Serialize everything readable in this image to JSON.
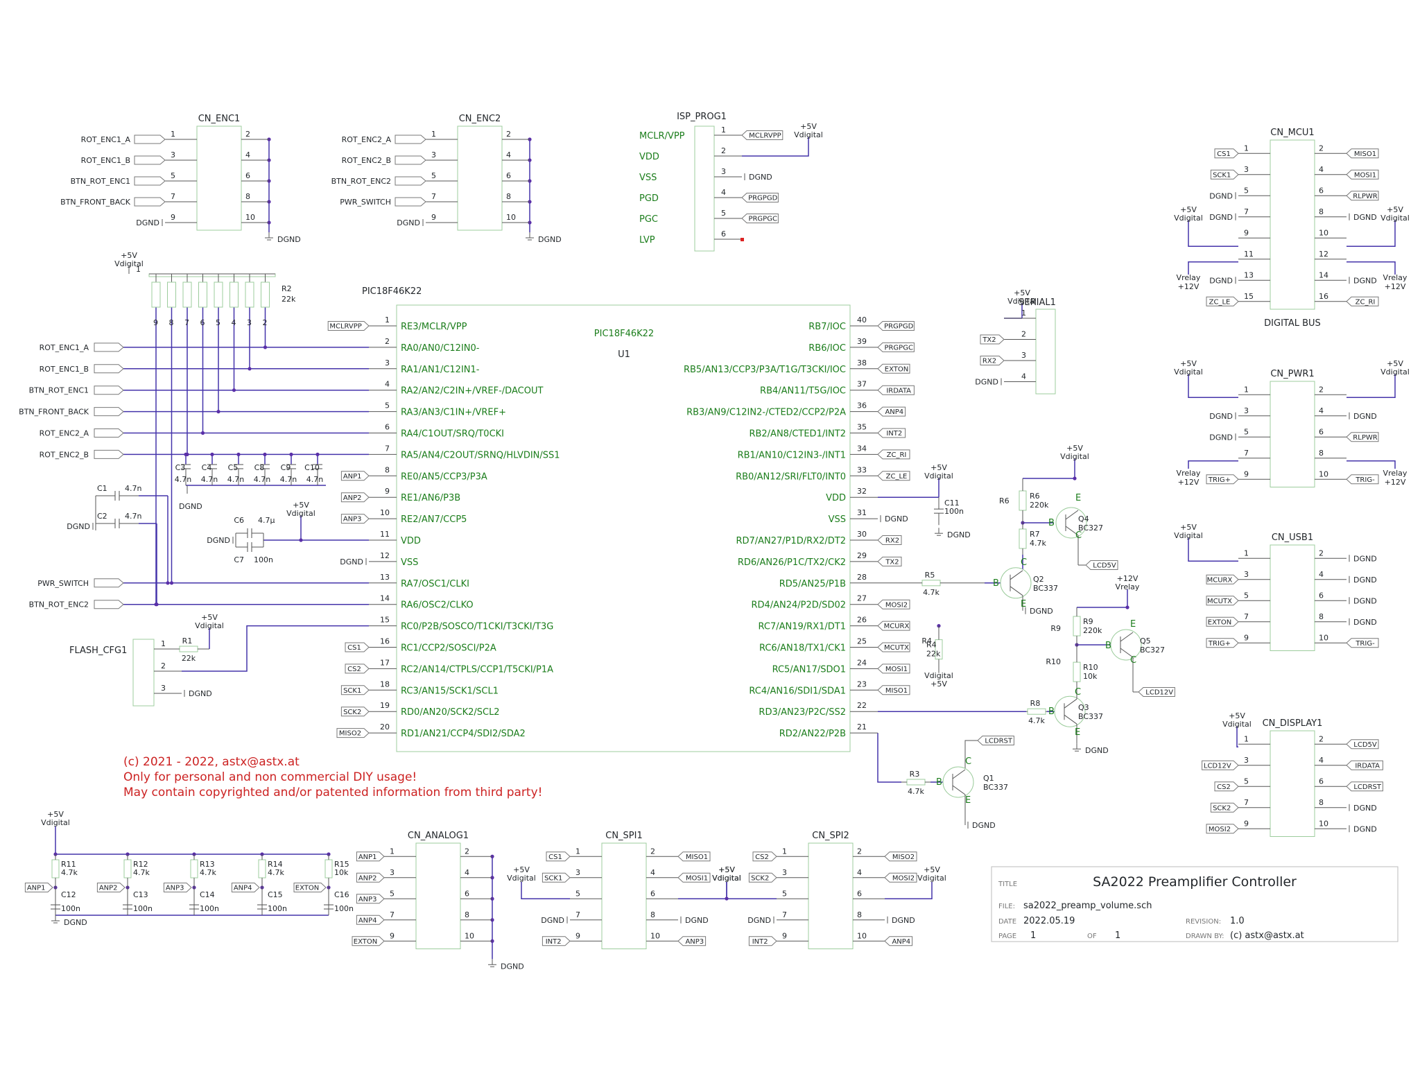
{
  "document": {
    "notes": [
      "(c) 2021 - 2022, astx@astx.at",
      "Only for personal and non commercial DIY usage!",
      "May contain copyrighted and/or patented information from third party!"
    ],
    "title_block": {
      "title_label": "TITLE",
      "title": "SA2022 Preamplifier Controller",
      "file_label": "FILE:",
      "file": "sa2022_preamp_volume.sch",
      "date_label": "DATE",
      "date": "2022.05.19",
      "revision_label": "REVISION:",
      "revision": "1.0",
      "page_label": "PAGE",
      "page": "1",
      "of_label": "OF",
      "of": "1",
      "drawn_label": "DRAWN BY:",
      "drawn": "(c) astx@astx.at"
    }
  },
  "common": {
    "vplus": "+5V",
    "vdig": "Vdigital",
    "v12": "+12V",
    "vrelay": "Vrelay",
    "dgnd": "DGND"
  },
  "colors": {
    "wire": "#4433aa",
    "signal": "#1b7d1b",
    "junction": "#5a2fa8",
    "note": "#cc2222",
    "body_outline": "#9ccc9c"
  },
  "cn_enc1": {
    "name": "CN_ENC1",
    "left_pins": [
      "1",
      "3",
      "5",
      "7",
      "9"
    ],
    "right_pins": [
      "2",
      "4",
      "6",
      "8",
      "10"
    ],
    "left_labels": [
      "ROT_ENC1_A",
      "ROT_ENC1_B",
      "BTN_ROT_ENC1",
      "BTN_FRONT_BACK",
      "DGND"
    ],
    "gnd": "DGND"
  },
  "cn_enc2": {
    "name": "CN_ENC2",
    "left_pins": [
      "1",
      "3",
      "5",
      "7",
      "9"
    ],
    "right_pins": [
      "2",
      "4",
      "6",
      "8",
      "10"
    ],
    "left_labels": [
      "ROT_ENC2_A",
      "ROT_ENC2_B",
      "BTN_ROT_ENC2",
      "PWR_SWITCH",
      "DGND"
    ],
    "gnd": "DGND"
  },
  "isp": {
    "name": "ISP_PROG1",
    "signals": [
      "MCLR/VPP",
      "VDD",
      "VSS",
      "PGD",
      "PGC",
      "LVP"
    ],
    "pins": [
      "1",
      "2",
      "3",
      "4",
      "5",
      "6"
    ],
    "flags": [
      "MCLRVPP",
      "",
      "DGND",
      "PRGPGD",
      "PRGPGC",
      ""
    ]
  },
  "cn_mcu": {
    "name": "CN_MCU1",
    "caption": "DIGITAL BUS",
    "left_pins": [
      "1",
      "3",
      "5",
      "7",
      "9",
      "11",
      "13",
      "15"
    ],
    "right_pins": [
      "2",
      "4",
      "6",
      "8",
      "10",
      "12",
      "14",
      "16"
    ],
    "left_labels": [
      "CS1",
      "SCK1",
      "DGND",
      "DGND",
      "",
      "",
      "DGND",
      "ZC_LE"
    ],
    "right_labels": [
      "MISO1",
      "MOSI1",
      "RLPWR",
      "DGND",
      "",
      "",
      "DGND",
      "ZC_RI"
    ]
  },
  "serial": {
    "name": "SERIAL1",
    "pins": [
      "1",
      "2",
      "3",
      "4"
    ],
    "labels": [
      "",
      "TX2",
      "RX2",
      "DGND"
    ]
  },
  "cn_pwr": {
    "name": "CN_PWR1",
    "left_pins": [
      "1",
      "3",
      "5",
      "7",
      "9"
    ],
    "right_pins": [
      "2",
      "4",
      "6",
      "8",
      "10"
    ],
    "left_labels": [
      "",
      "DGND",
      "DGND",
      "",
      "TRIG+"
    ],
    "right_labels": [
      "",
      "DGND",
      "RLPWR",
      "",
      "TRIG-"
    ]
  },
  "cn_usb": {
    "name": "CN_USB1",
    "left_pins": [
      "1",
      "3",
      "5",
      "7",
      "9"
    ],
    "right_pins": [
      "2",
      "4",
      "6",
      "8",
      "10"
    ],
    "left_labels": [
      "",
      "MCURX",
      "MCUTX",
      "EXTON",
      "TRIG+"
    ],
    "right_labels": [
      "DGND",
      "DGND",
      "DGND",
      "DGND",
      "TRIG-"
    ]
  },
  "cn_display": {
    "name": "CN_DISPLAY1",
    "left_pins": [
      "1",
      "3",
      "5",
      "7",
      "9"
    ],
    "right_pins": [
      "2",
      "4",
      "6",
      "8",
      "10"
    ],
    "left_labels": [
      "",
      "LCD12V",
      "CS2",
      "SCK2",
      "MOSI2"
    ],
    "right_labels": [
      "LCD5V",
      "IRDATA",
      "LCDRST",
      "DGND",
      "DGND"
    ]
  },
  "mcu": {
    "ref": "PIC18F46K22",
    "value": "PIC18F46K22",
    "designator": "U1",
    "left": [
      {
        "pin": "1",
        "name": "RE3/MCLR/VPP"
      },
      {
        "pin": "2",
        "name": "RA0/AN0/C12IN0-"
      },
      {
        "pin": "3",
        "name": "RA1/AN1/C12IN1-"
      },
      {
        "pin": "4",
        "name": "RA2/AN2/C2IN+/VREF-/DACOUT"
      },
      {
        "pin": "5",
        "name": "RA3/AN3/C1IN+/VREF+"
      },
      {
        "pin": "6",
        "name": "RA4/C1OUT/SRQ/T0CKI"
      },
      {
        "pin": "7",
        "name": "RA5/AN4/C2OUT/SRNQ/HLVDIN/SS1"
      },
      {
        "pin": "8",
        "name": "RE0/AN5/CCP3/P3A"
      },
      {
        "pin": "9",
        "name": "RE1/AN6/P3B"
      },
      {
        "pin": "10",
        "name": "RE2/AN7/CCP5"
      },
      {
        "pin": "11",
        "name": "VDD"
      },
      {
        "pin": "12",
        "name": "VSS"
      },
      {
        "pin": "13",
        "name": "RA7/OSC1/CLKI"
      },
      {
        "pin": "14",
        "name": "RA6/OSC2/CLKO"
      },
      {
        "pin": "15",
        "name": "RC0/P2B/SOSCO/T1CKI/T3CKI/T3G"
      },
      {
        "pin": "16",
        "name": "RC1/CCP2/SOSCI/P2A"
      },
      {
        "pin": "17",
        "name": "RC2/AN14/CTPLS/CCP1/T5CKI/P1A"
      },
      {
        "pin": "18",
        "name": "RC3/AN15/SCK1/SCL1"
      },
      {
        "pin": "19",
        "name": "RD0/AN20/SCK2/SCL2"
      },
      {
        "pin": "20",
        "name": "RD1/AN21/CCP4/SDI2/SDA2"
      }
    ],
    "left_nets": [
      "MCLRVPP",
      "ROT_ENC1_A",
      "ROT_ENC1_B",
      "BTN_ROT_ENC1",
      "BTN_FRONT_BACK",
      "ROT_ENC2_A",
      "ROT_ENC2_B",
      "ANP1",
      "ANP2",
      "ANP3",
      "",
      "DGND",
      "PWR_SWITCH",
      "BTN_ROT_ENC2",
      "",
      "CS1",
      "CS2",
      "SCK1",
      "SCK2",
      "MISO2"
    ],
    "right": [
      {
        "pin": "40",
        "name": "RB7/IOC"
      },
      {
        "pin": "39",
        "name": "RB6/IOC"
      },
      {
        "pin": "38",
        "name": "RB5/AN13/CCP3/P3A/T1G/T3CKI/IOC"
      },
      {
        "pin": "37",
        "name": "RB4/AN11/T5G/IOC"
      },
      {
        "pin": "36",
        "name": "RB3/AN9/C12IN2-/CTED2/CCP2/P2A"
      },
      {
        "pin": "35",
        "name": "RB2/AN8/CTED1/INT2"
      },
      {
        "pin": "34",
        "name": "RB1/AN10/C12IN3-/INT1"
      },
      {
        "pin": "33",
        "name": "RB0/AN12/SRI/FLT0/INT0"
      },
      {
        "pin": "32",
        "name": "VDD"
      },
      {
        "pin": "31",
        "name": "VSS"
      },
      {
        "pin": "30",
        "name": "RD7/AN27/P1D/RX2/DT2"
      },
      {
        "pin": "29",
        "name": "RD6/AN26/P1C/TX2/CK2"
      },
      {
        "pin": "28",
        "name": "RD5/AN25/P1B"
      },
      {
        "pin": "27",
        "name": "RD4/AN24/P2D/SD02"
      },
      {
        "pin": "26",
        "name": "RC7/AN19/RX1/DT1"
      },
      {
        "pin": "25",
        "name": "RC6/AN18/TX1/CK1"
      },
      {
        "pin": "24",
        "name": "RC5/AN17/SDO1"
      },
      {
        "pin": "23",
        "name": "RC4/AN16/SDI1/SDA1"
      },
      {
        "pin": "22",
        "name": "RD3/AN23/P2C/SS2"
      },
      {
        "pin": "21",
        "name": "RD2/AN22/P2B"
      }
    ],
    "right_nets": [
      "PRGPGD",
      "PRGPGC",
      "EXTON",
      "IRDATA",
      "ANP4",
      "INT2",
      "ZC_RI",
      "ZC_LE",
      "",
      "DGND",
      "RX2",
      "TX2",
      "",
      "MOSI2",
      "MCURX",
      "MCUTX",
      "MOSI1",
      "MISO1",
      "",
      ""
    ]
  },
  "rnet": {
    "name": "R2",
    "value": "22k",
    "common_pin": "1",
    "pins": [
      "9",
      "8",
      "7",
      "6",
      "5",
      "4",
      "3",
      "2"
    ]
  },
  "left_nets": [
    "ROT_ENC1_A",
    "ROT_ENC1_B",
    "BTN_ROT_ENC1",
    "BTN_FRONT_BACK",
    "ROT_ENC2_A",
    "ROT_ENC2_B",
    "PWR_SWITCH",
    "BTN_ROT_ENC2"
  ],
  "caps_row": {
    "names": [
      "C3",
      "C4",
      "C5",
      "C8",
      "C9",
      "C10"
    ],
    "value": "4.7n",
    "gnd": "DGND"
  },
  "c1": {
    "name": "C1",
    "value": "4.7n"
  },
  "c2": {
    "name": "C2",
    "value": "4.7n"
  },
  "c6": {
    "name": "C6",
    "value": "4.7µ"
  },
  "c7": {
    "name": "C7",
    "value": "100n"
  },
  "c11": {
    "name": "C11",
    "value": "100n"
  },
  "flash": {
    "name": "FLASH_CFG1",
    "pins": [
      "1",
      "2",
      "3"
    ],
    "gnd": "DGND"
  },
  "r1": {
    "name": "R1",
    "value": "22k"
  },
  "r3": {
    "name": "R3",
    "value": "4.7k"
  },
  "r4": {
    "name": "R4",
    "value": "22k"
  },
  "r5": {
    "name": "R5",
    "value": "4.7k"
  },
  "r6": {
    "name": "R6",
    "value": "220k"
  },
  "r7": {
    "name": "R7",
    "value": "4.7k"
  },
  "r8": {
    "name": "R8",
    "value": "4.7k"
  },
  "r9": {
    "name": "R9",
    "value": "220k"
  },
  "r10": {
    "name": "R10",
    "value": "10k"
  },
  "q1": {
    "name": "Q1",
    "part": "BC337",
    "out_label": "LCDRST"
  },
  "q2": {
    "name": "Q2",
    "part": "BC337"
  },
  "q3": {
    "name": "Q3",
    "part": "BC337"
  },
  "q4": {
    "name": "Q4",
    "part": "BC327",
    "out_label": "LCD5V"
  },
  "q5": {
    "name": "Q5",
    "part": "BC327",
    "out_label": "LCD12V"
  },
  "bce": {
    "b": "B",
    "c": "C",
    "e": "E"
  },
  "analog": {
    "resistors": [
      {
        "name": "R11",
        "value": "4.7k"
      },
      {
        "name": "R12",
        "value": "4.7k"
      },
      {
        "name": "R13",
        "value": "4.7k"
      },
      {
        "name": "R14",
        "value": "4.7k"
      },
      {
        "name": "R15",
        "value": "10k"
      }
    ],
    "caps": [
      {
        "name": "C12",
        "value": "100n"
      },
      {
        "name": "C13",
        "value": "100n"
      },
      {
        "name": "C14",
        "value": "100n"
      },
      {
        "name": "C15",
        "value": "100n"
      },
      {
        "name": "C16",
        "value": "100n"
      }
    ],
    "nets": [
      "ANP1",
      "ANP2",
      "ANP3",
      "ANP4",
      "EXTON"
    ]
  },
  "cn_analog": {
    "name": "CN_ANALOG1",
    "left_pins": [
      "1",
      "3",
      "5",
      "7",
      "9"
    ],
    "right_pins": [
      "2",
      "4",
      "6",
      "8",
      "10"
    ],
    "left_labels": [
      "ANP1",
      "ANP2",
      "ANP3",
      "ANP4",
      "EXTON"
    ]
  },
  "cn_spi1": {
    "name": "CN_SPI1",
    "left_pins": [
      "1",
      "3",
      "5",
      "7",
      "9"
    ],
    "right_pins": [
      "2",
      "4",
      "6",
      "8",
      "10"
    ],
    "left_labels": [
      "CS1",
      "SCK1",
      "",
      "DGND",
      "INT2"
    ],
    "right_labels": [
      "MISO1",
      "MOSI1",
      "",
      "DGND",
      "ANP3"
    ]
  },
  "cn_spi2": {
    "name": "CN_SPI2",
    "left_pins": [
      "1",
      "3",
      "5",
      "7",
      "9"
    ],
    "right_pins": [
      "2",
      "4",
      "6",
      "8",
      "10"
    ],
    "left_labels": [
      "CS2",
      "SCK2",
      "",
      "DGND",
      "INT2"
    ],
    "right_labels": [
      "MISO2",
      "MOSI2",
      "",
      "DGND",
      "ANP4"
    ]
  }
}
